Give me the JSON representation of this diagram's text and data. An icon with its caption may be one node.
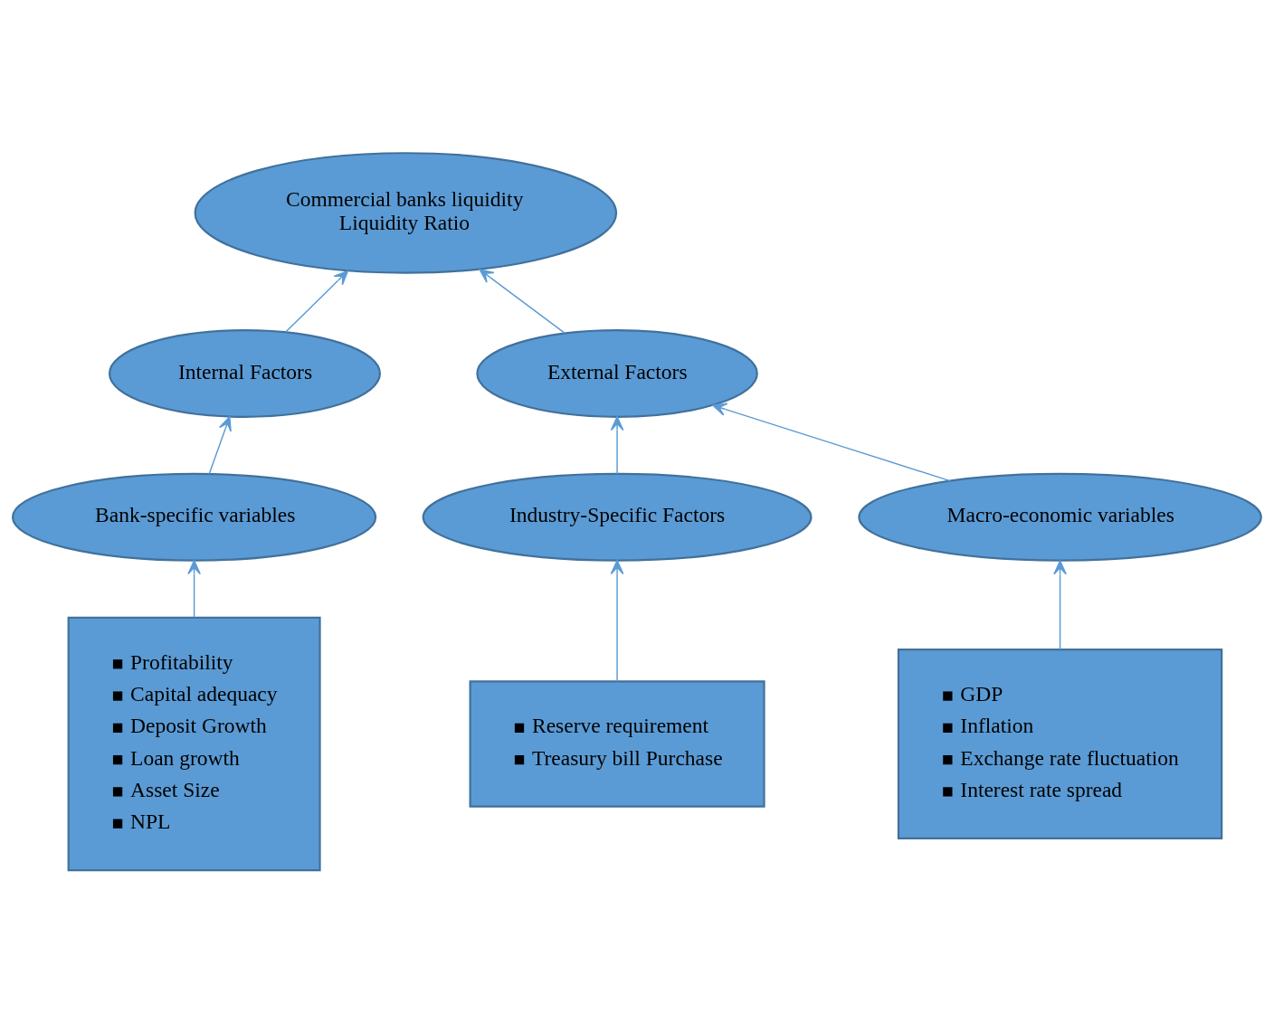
{
  "diagram": {
    "nodes": [
      {
        "text": [
          "Commercial banks liquidity",
          "Liquidity Ratio"
        ]
      },
      {
        "text": [
          "Internal Factors"
        ]
      },
      {
        "text": [
          "External Factors"
        ]
      },
      {
        "text": [
          "Bank-specific variables"
        ]
      },
      {
        "text": [
          "Industry-Specific Factors"
        ]
      },
      {
        "text": [
          "Macro-economic variables"
        ]
      },
      {
        "text": [
          "Profitability",
          "Capital adequacy",
          "Deposit Growth",
          "Loan growth",
          "Asset Size",
          "NPL"
        ]
      },
      {
        "text": [
          "Reserve requirement",
          "Treasury bill Purchase"
        ]
      },
      {
        "text": [
          "GDP",
          "Inflation",
          "Exchange rate fluctuation",
          "Interest rate spread"
        ]
      }
    ],
    "edges": [
      {
        "from": 1,
        "to": 0,
        "arrow": "to"
      },
      {
        "from": 2,
        "to": 0,
        "arrow": "to"
      },
      {
        "from": 3,
        "to": 1,
        "arrow": "to"
      },
      {
        "from": 4,
        "to": 2,
        "arrow": "to"
      },
      {
        "from": 5,
        "to": 2,
        "arrow": "to"
      },
      {
        "from": 6,
        "to": 3,
        "arrow": "to"
      },
      {
        "from": 7,
        "to": 4,
        "arrow": "to"
      },
      {
        "from": 8,
        "to": 5,
        "arrow": "to"
      }
    ]
  }
}
